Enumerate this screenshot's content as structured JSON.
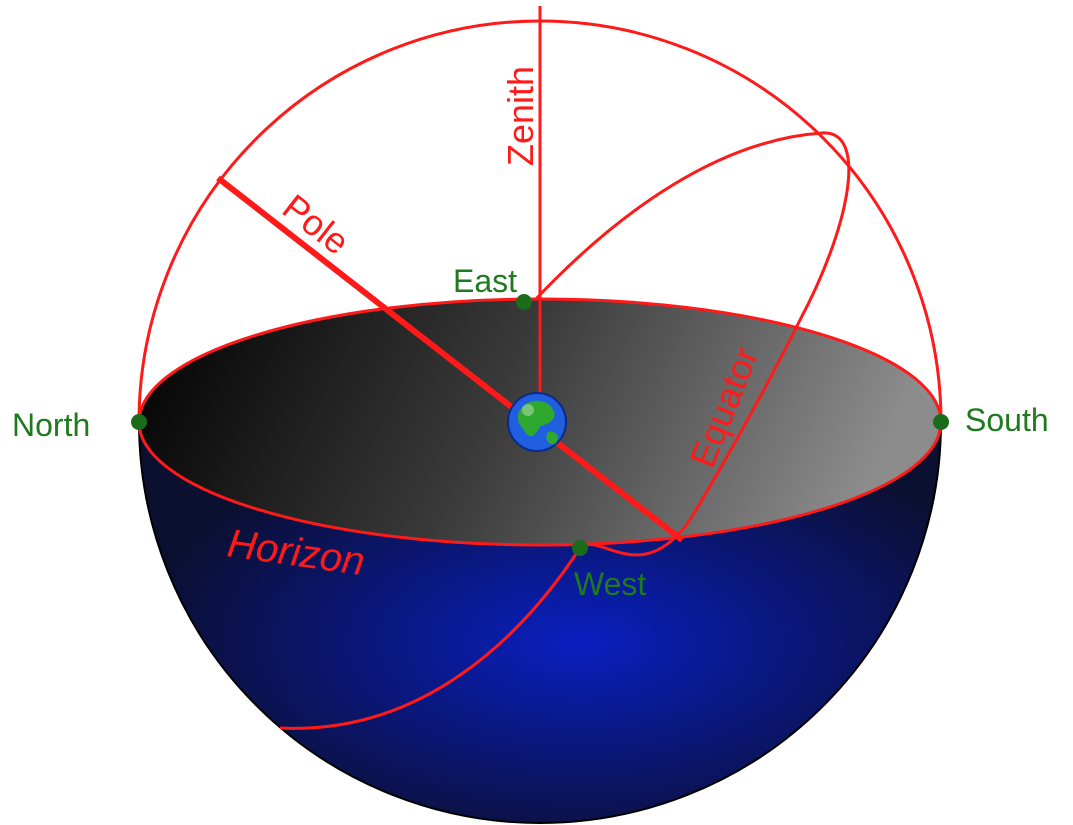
{
  "labels": {
    "zenith": "Zenith",
    "pole": "Pole",
    "equator": "Equator",
    "horizon": "Horizon",
    "north": "North",
    "south": "South",
    "east": "East",
    "west": "West"
  },
  "colors": {
    "circle_line": "#ff1a1a",
    "direction_text": "#1f7a1f",
    "direction_dot": "#1a6b1a",
    "hemisphere_dark": "#0a0f3a",
    "hemisphere_light": "#0a1fc0",
    "disk_dark": "#000000",
    "disk_light": "#8a8a8a",
    "earth_ocean": "#1f5fe0",
    "earth_land": "#2ea82e"
  },
  "icons": {
    "earth": "earth-globe-icon"
  }
}
